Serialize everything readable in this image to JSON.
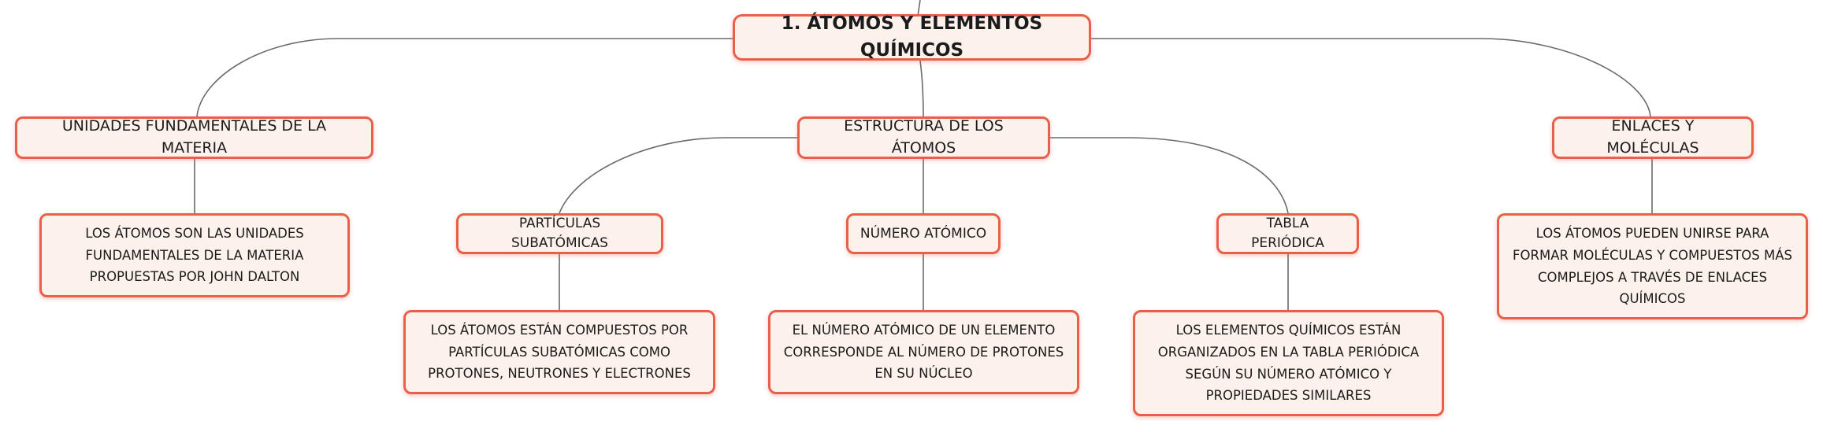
{
  "theme": {
    "border": "#e8604c",
    "fill": "#fdf1ec",
    "line": "#6b6b6b",
    "text": "#1b1b1b"
  },
  "root": {
    "label": "1. ÁTOMOS Y ELEMENTOS QUÍMICOS"
  },
  "branches": {
    "unidades": {
      "label": "UNIDADES FUNDAMENTALES DE LA MATERIA",
      "detail": "LOS ÁTOMOS SON LAS UNIDADES FUNDAMENTALES DE LA MATERIA PROPUESTAS POR JOHN DALTON"
    },
    "estructura": {
      "label": "ESTRUCTURA DE LOS ÁTOMOS",
      "particulas": {
        "label": "PARTÍCULAS SUBATÓMICAS",
        "detail": "LOS ÁTOMOS ESTÁN COMPUESTOS POR PARTÍCULAS SUBATÓMICAS COMO PROTONES, NEUTRONES Y ELECTRONES"
      },
      "numero": {
        "label": "NÚMERO ATÓMICO",
        "detail": "EL NÚMERO ATÓMICO DE UN ELEMENTO CORRESPONDE AL NÚMERO DE PROTONES EN SU NÚCLEO"
      },
      "tabla": {
        "label": "TABLA PERIÓDICA",
        "detail": "LOS ELEMENTOS QUÍMICOS ESTÁN ORGANIZADOS EN LA TABLA PERIÓDICA SEGÚN SU NÚMERO ATÓMICO Y PROPIEDADES SIMILARES"
      }
    },
    "enlaces": {
      "label": "ENLACES Y MOLÉCULAS",
      "detail": "LOS ÁTOMOS PUEDEN UNIRSE PARA FORMAR MOLÉCULAS Y COMPUESTOS MÁS COMPLEJOS A TRAVÉS DE ENLACES QUÍMICOS"
    }
  }
}
